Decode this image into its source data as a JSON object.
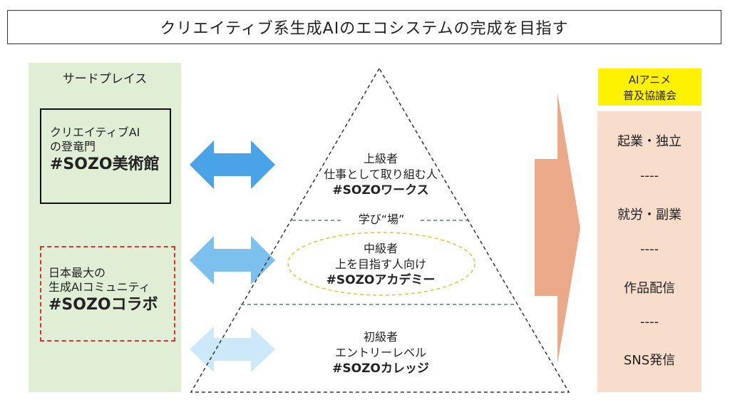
{
  "title": "クリエイティブ系生成AIのエコシステムの完成を目指す",
  "left": {
    "heading": "サードプレイス",
    "museum": {
      "line1": "クリエイティブAI",
      "line2": "の登竜門",
      "name": "#SOZO美術館"
    },
    "collab": {
      "line1": "日本最大の",
      "line2": "生成AIコミュニティ",
      "name": "#SOZOコラボ"
    }
  },
  "pyramid": {
    "top": {
      "line1": "上級者",
      "line2": "仕事として取り組む人",
      "name": "#SOZOワークス"
    },
    "label": "学び“場”",
    "middle": {
      "line1": "中級者",
      "line2": "上を目指す人向け",
      "name": "#SOZOアカデミー"
    },
    "bottom": {
      "line1": "初級者",
      "line2": "エントリーレベル",
      "name": "#SOZOカレッジ"
    }
  },
  "right": {
    "heading_line1": "AIアニメ",
    "heading_line2": "普及協議会",
    "items": [
      "起業・独立",
      "----",
      "就労・副業",
      "----",
      "作品配信",
      "----",
      "SNS発信"
    ]
  },
  "colors": {
    "arrow_dark": "#4aa3e6",
    "arrow_mid": "#7cc0ee",
    "arrow_light": "#cde8f8",
    "big_arrow": "#eba98a",
    "left_bg": "#dfeed5",
    "right_bg": "#f8dccc",
    "right_title_bg": "#fff200"
  }
}
